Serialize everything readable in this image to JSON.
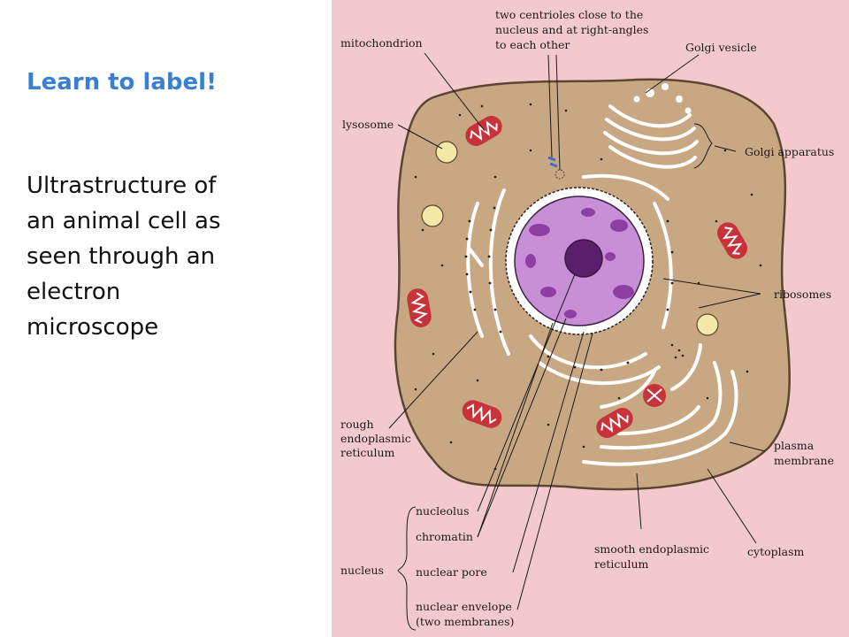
{
  "slide": {
    "heading": "Learn to label!",
    "description": "Ultrastructure of an animal cell as seen through an electron microscope"
  },
  "figure": {
    "colors": {
      "background": "#f3c9cd",
      "cytoplasm": "#c8a783",
      "nucleus": "#c98fd6",
      "mitochondrion": "#c8323a",
      "lysosome": "#f5e7a8",
      "centriole": "#3a6fc2"
    },
    "labels": {
      "centrioles_line1": "two centrioles close to the",
      "centrioles_line2": "nucleus and at right-angles",
      "centrioles_line3": "to each other",
      "mitochondrion": "mitochondrion",
      "golgi_vesicle": "Golgi vesicle",
      "lysosome": "lysosome",
      "golgi_apparatus": "Golgi apparatus",
      "ribosomes": "ribosomes",
      "rer_line1": "rough",
      "rer_line2": "endoplasmic",
      "rer_line3": "reticulum",
      "plasma_line1": "plasma",
      "plasma_line2": "membrane",
      "nucleolus": "nucleolus",
      "chromatin": "chromatin",
      "nucleus": "nucleus",
      "nuclear_pore": "nuclear pore",
      "nuclear_envelope_line1": "nuclear envelope",
      "nuclear_envelope_line2": "(two membranes)",
      "ser_line1": "smooth endoplasmic",
      "ser_line2": "reticulum",
      "cytoplasm": "cytoplasm"
    }
  }
}
